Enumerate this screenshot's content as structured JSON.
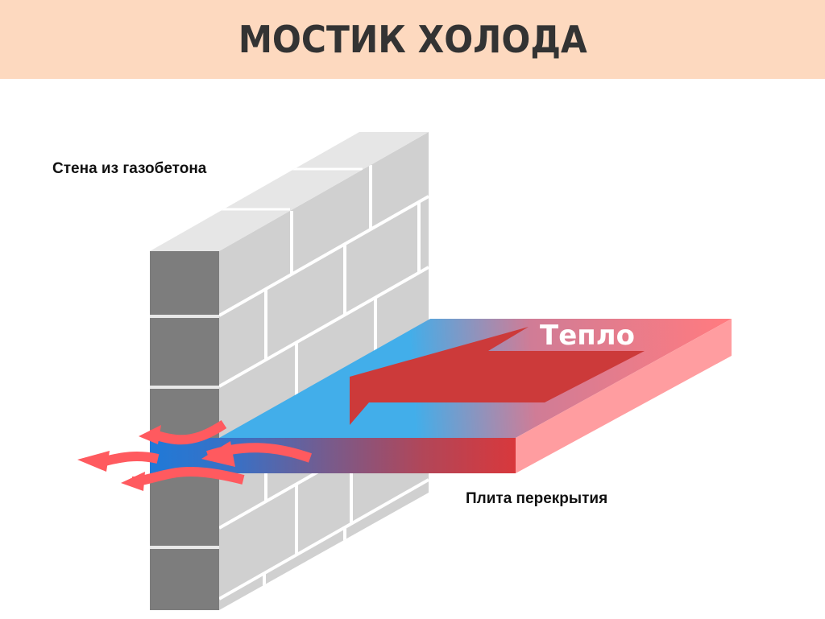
{
  "header": {
    "title": "МОСТИК ХОЛОДА"
  },
  "labels": {
    "wall": "Стена из газобетона",
    "slab": "Плита перекрытия",
    "heat": "Тепло"
  },
  "colors": {
    "banner_bg": "#fdd9bf",
    "title_text": "#333333",
    "wall_front_dark": "#7d7d7d",
    "wall_face_light": "#d0d0d0",
    "wall_top": "#e6e6e6",
    "cold_blue": "#42aeea",
    "cold_deep_blue": "#1f7ad8",
    "heat_red": "#d8383c",
    "heat_pink": "#ff7b80",
    "arrow_red": "#ff5a5f"
  },
  "icons": {
    "heat_arrow": "big-left-arrow-icon",
    "heat_loss_arrows": "wavy-left-arrows-icon"
  }
}
